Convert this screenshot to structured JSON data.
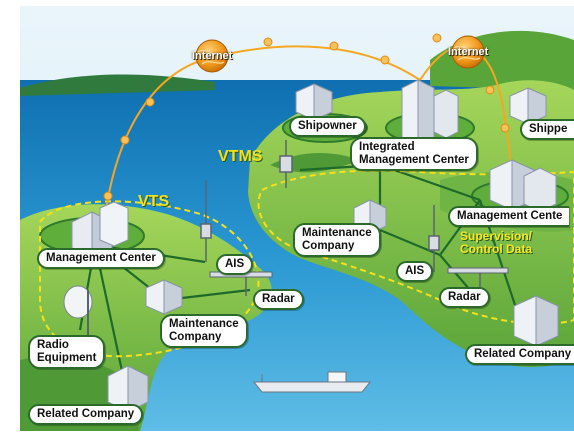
{
  "internet_labels": [
    "Internet",
    "Internet"
  ],
  "regions": {
    "vts": "VTS",
    "vtms": "VTMS"
  },
  "nodes": {
    "shipowner": "Shipowner",
    "shipper": "Shippe",
    "integrated_center_line1": "Integrated",
    "integrated_center_line2": "Management Center",
    "mgmt_center_left": "Management Center",
    "mgmt_center_right": "Management Cente",
    "maintenance_right_line1": "Maintenance",
    "maintenance_right_line2": "Company",
    "maintenance_left_line1": "Maintenance",
    "maintenance_left_line2": "Company",
    "ais_left": "AIS",
    "ais_right": "AIS",
    "radar_left": "Radar",
    "radar_right": "Radar",
    "radio_line1": "Radio",
    "radio_line2": "Equipment",
    "related_left": "Related Company",
    "related_right": "Related Company"
  },
  "annotations": {
    "supervision_line1": "Supervision/",
    "supervision_line2": "Control Data"
  },
  "colors": {
    "sea": "#1d88c4",
    "land": "#8cc63f",
    "land_dark": "#3f8f2f",
    "link_orange": "#f5a623",
    "dashed_yellow": "#f4e11c",
    "label_border": "#2c6a2c"
  }
}
